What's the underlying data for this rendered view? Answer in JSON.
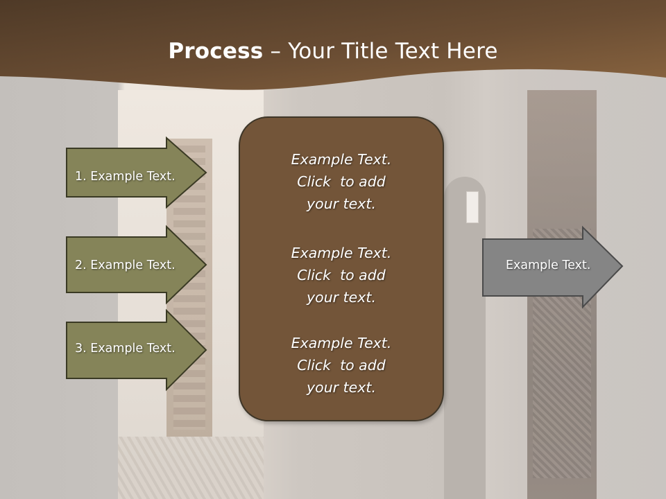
{
  "slide": {
    "title_bold": "Process",
    "title_rest": " – Your Title Text Here",
    "colors": {
      "header_band": "#6a4d33",
      "header_accent": "#8a6540",
      "arrow_fill": "#858459",
      "arrow_border": "#3a3a24",
      "panel_fill": "#735539",
      "output_arrow_fill": "#858585",
      "text": "#ffffff"
    }
  },
  "inputs": [
    {
      "label": "1. Example Text."
    },
    {
      "label": "2. Example Text."
    },
    {
      "label": "3. Example Text."
    }
  ],
  "panel": {
    "blocks": [
      {
        "line1": "Example Text.",
        "line2": "Click  to add",
        "line3": "your text."
      },
      {
        "line1": "Example Text.",
        "line2": "Click  to add",
        "line3": "your text."
      },
      {
        "line1": "Example Text.",
        "line2": "Click  to add",
        "line3": "your text."
      }
    ]
  },
  "output": {
    "label": "Example Text."
  }
}
